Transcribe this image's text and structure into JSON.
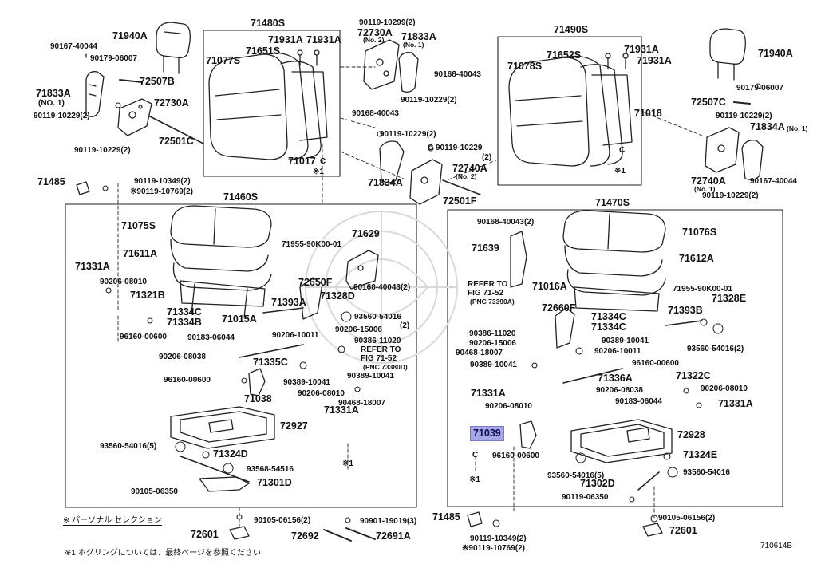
{
  "diagram": {
    "figure_code": "710614B",
    "highlight_color": "#a7a7e6",
    "notes": {
      "legend_symbol": "※",
      "legend_text": "パーソナル セレクション",
      "footnote": "※1  ホグリングについては、最終ページを参照ください"
    },
    "group_labels": {
      "g_71480S": "71480S",
      "g_71490S": "71490S",
      "g_71460S": "71460S",
      "g_71470S": "71470S"
    },
    "labels": {
      "l_71940A_left": "71940A",
      "l_90167_40044_tl": "90167-40044",
      "l_90179_06007_tl": "90179-06007",
      "l_72507B": "72507B",
      "l_71833A_left": "71833A",
      "l_no1_left": "(NO. 1)",
      "l_72730A_left": "72730A",
      "l_90119_10229_a": "90119-10229(2)",
      "l_72501C": "72501C",
      "l_90119_10229_b": "90119-10229(2)",
      "l_71931A_1": "71931A",
      "l_71931A_2": "71931A",
      "l_71651S": "71651S",
      "l_71077S": "71077S",
      "l_71017": "71017",
      "l_c_hog1": "C",
      "l_x1_a": "※1",
      "l_90119_10299": "90119-10299(2)",
      "l_72730A_mid": "72730A",
      "l_no2_mid": "(No. 2)",
      "l_71833A_mid": "71833A",
      "l_no1_mid": "(No. 1)",
      "l_90168_40043_a": "90168-40043",
      "l_90119_10229_c": "90119-10229(2)",
      "l_90168_40043_b": "90168-40043",
      "l_90119_10229_d": "90119-10229(2)",
      "l_c_90119_10229": "C 90119-10229",
      "l_2_small": "(2)",
      "l_71834A_mid": "71834A",
      "l_72740A_mid": "72740A",
      "l_no2_mid2": "(No. 2)",
      "l_72501F": "72501F",
      "l_71485_tl": "71485",
      "l_90119_10349_a": "90119-10349(2)",
      "l_90119_10769_a": "※90119-10769(2)",
      "l_71652S": "71652S",
      "l_71078S": "71078S",
      "l_71931A_3": "71931A",
      "l_71931A_4": "71931A",
      "l_71018": "71018",
      "l_c_hog2": "C",
      "l_x1_b": "※1",
      "l_71940A_right": "71940A",
      "l_90179_06007_tr": "90179-06007",
      "l_72507C": "72507C",
      "l_90119_10229_e": "90119-10229(2)",
      "l_71834A_right": "71834A",
      "l_no1_right": "(No. 1)",
      "l_72740A_right": "72740A",
      "l_no1_right2": "(No. 1)",
      "l_90167_40044_tr": "90167-40044",
      "l_90119_10229_f": "90119-10229(2)",
      "l_71075S": "71075S",
      "l_71611A": "71611A",
      "l_71955_90K00_a": "71955-90K00-01",
      "l_71629": "71629",
      "l_71331A_a": "71331A",
      "l_90206_08010_a": "90206-08010",
      "l_71321B": "71321B",
      "l_72650F": "72650F",
      "l_90168_40043_c": "90168-40043(2)",
      "l_71393A": "71393A",
      "l_71328D": "71328D",
      "l_71334C_a": "71334C",
      "l_71334B": "71334B",
      "l_71015A": "71015A",
      "l_93560_54016_a": "93560-54016",
      "l_2_b": "(2)",
      "l_96160_00600_a": "96160-00600",
      "l_90183_06044_a": "90183-06044",
      "l_90206_10011_a": "90206-10011",
      "l_90206_15006_a": "90206-15006",
      "l_90386_11020_a": "90386-11020",
      "l_refer_a": "REFER TO",
      "l_fig_a": "FIG 71-52",
      "l_pnc_a": "(PNC 73380D)",
      "l_90206_08038_a": "90206-08038",
      "l_71335C": "71335C",
      "l_90389_10041_a": "90389-10041",
      "l_96160_00600_b": "96160-00600",
      "l_90389_10041_b": "90389-10041",
      "l_90206_08010_b": "90206-08010",
      "l_71038": "71038",
      "l_90468_18007_a": "90468-18007",
      "l_71331A_b": "71331A",
      "l_72927": "72927",
      "l_93560_54016_b": "93560-54016(5)",
      "l_71324D": "71324D",
      "l_93568_54516": "93568-54516",
      "l_x1_c": "※1",
      "l_90105_06350": "90105-06350",
      "l_71301D": "71301D",
      "l_90105_06156_a": "90105-06156(2)",
      "l_90901_19019": "90901-19019(3)",
      "l_72601_a": "72601",
      "l_72692": "72692",
      "l_72691A": "72691A",
      "l_90168_40043_d": "90168-40043(2)",
      "l_71639": "71639",
      "l_71076S": "71076S",
      "l_71612A": "71612A",
      "l_refer_b": "REFER TO",
      "l_fig_b": "FIG 71-52",
      "l_pnc_b": "(PNC 73390A)",
      "l_71016A": "71016A",
      "l_71955_90K00_b": "71955-90K00-01",
      "l_72660F": "72660F",
      "l_71393B": "71393B",
      "l_71328E": "71328E",
      "l_71334C_b": "71334C",
      "l_71334C_c": "71334C",
      "l_90386_11020_b": "90386-11020",
      "l_90206_15006_b": "90206-15006",
      "l_90468_18007_b": "90468-18007",
      "l_90389_10041_c": "90389-10041",
      "l_90206_10011_b": "90206-10011",
      "l_93560_54016_c": "93560-54016(2)",
      "l_90389_10041_d": "90389-10041",
      "l_96160_00600_c": "96160-00600",
      "l_71336A": "71336A",
      "l_71322C": "71322C",
      "l_71331A_c": "71331A",
      "l_90206_08038_b": "90206-08038",
      "l_90206_08010_c": "90206-08010",
      "l_90183_06044_b": "90183-06044",
      "l_71331A_d": "71331A",
      "l_90206_08010_d": "90206-08010",
      "l_71039": "71039",
      "l_96160_00600_d": "96160-00600",
      "l_72928": "72928",
      "l_71324E": "71324E",
      "l_c_hog3": "C",
      "l_x1_d": "※1",
      "l_93560_54016_d": "93560-54016(5)",
      "l_71302D": "71302D",
      "l_93560_54016_e": "93560-54016",
      "l_90119_06350": "90119-06350",
      "l_71485_br": "71485",
      "l_90119_10349_b": "90119-10349(2)",
      "l_90119_10769_b": "※90119-10769(2)",
      "l_90105_06156_b": "90105-06156(2)",
      "l_72601_b": "72601"
    }
  }
}
